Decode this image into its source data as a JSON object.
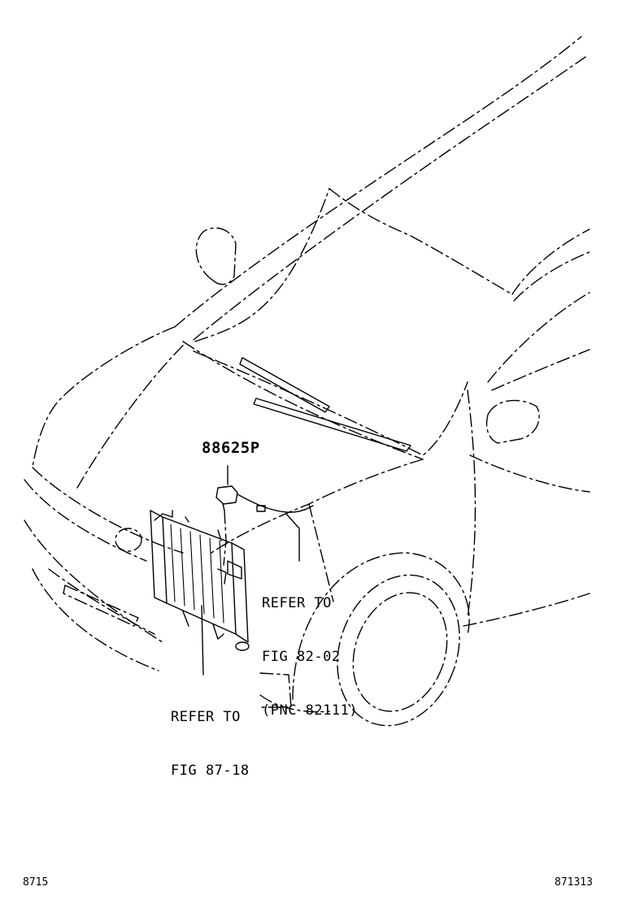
{
  "part_label": "88625P",
  "refs": [
    {
      "lines": [
        "REFER TO",
        "FIG 82-02",
        "(PNC 82111)"
      ]
    },
    {
      "lines": [
        "REFER TO",
        "FIG 87-18"
      ]
    }
  ],
  "footer": {
    "left_code": "8715",
    "right_code": "871313"
  }
}
